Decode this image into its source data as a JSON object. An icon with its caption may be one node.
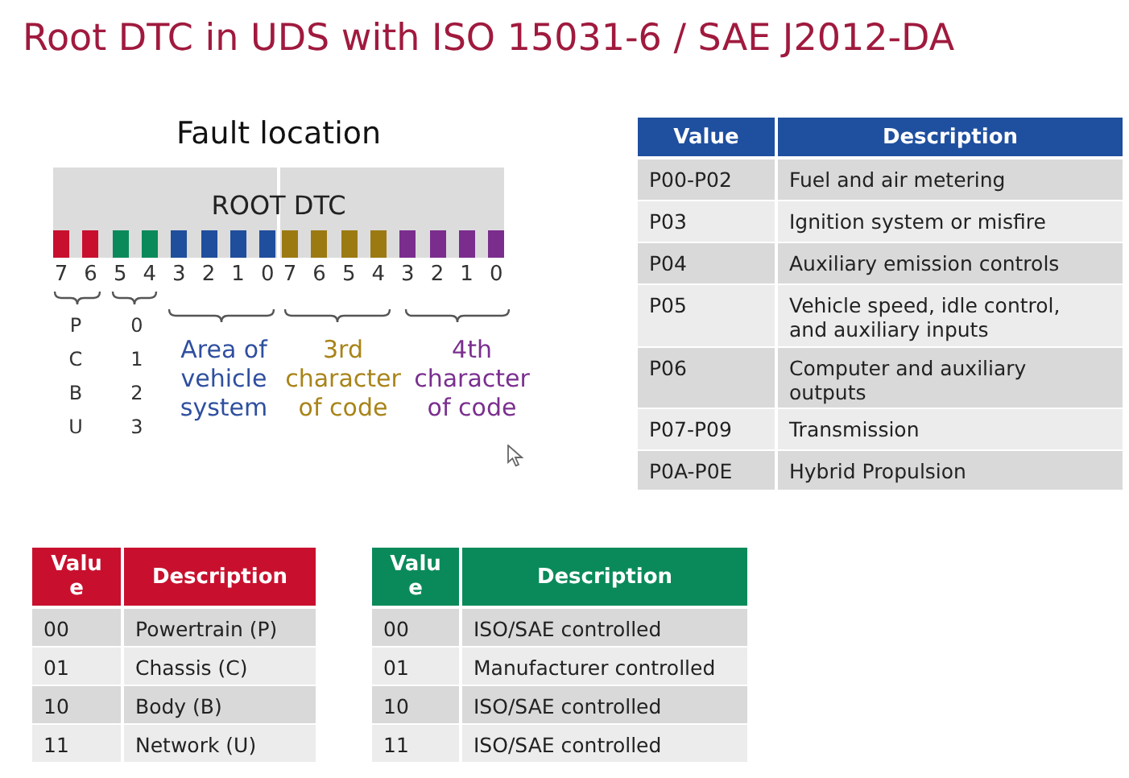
{
  "diagram": {
    "title": "Root DTC in UDS with ISO 15031-6 / SAE J2012-DA",
    "nodes": [
      {
        "text": [
          "Fault location",
          "ROOT DTC"
        ]
      }
    ],
    "labels": [
      "7",
      "6",
      "5",
      "4",
      "3",
      "2",
      "1",
      "0",
      "7",
      "6",
      "5",
      "4",
      "3",
      "2",
      "1",
      "0",
      "P",
      "0",
      "C",
      "1",
      "B",
      "2",
      "U",
      "3",
      "Area of vehicle system",
      "3rd character of code",
      "4th character of code",
      "Value",
      "Description",
      "P00-P02",
      "Fuel and air metering",
      "P03",
      "Ignition system or misfire",
      "P04",
      "Auxiliary emission controls",
      "P05",
      "Vehicle speed, idle control, and auxiliary inputs",
      "P06",
      "Computer and auxiliary outputs",
      "P07-P09",
      "Transmission",
      "P0A-P0E",
      "Hybrid Propulsion",
      "Value",
      "Description",
      "00",
      "Powertrain (P)",
      "01",
      "Chassis (C)",
      "10",
      "Body (B)",
      "11",
      "Network (U)",
      "Value",
      "Description",
      "00",
      "ISO/SAE controlled",
      "01",
      "Manufacturer controlled",
      "10",
      "ISO/SAE controlled",
      "11",
      "ISO/SAE controlled"
    ]
  }
}
